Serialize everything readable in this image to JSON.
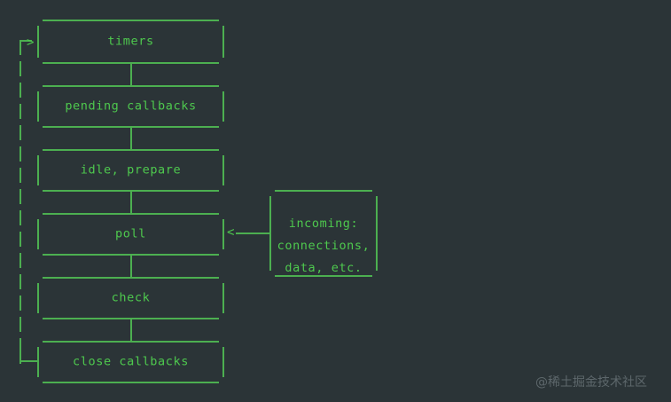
{
  "diagram": {
    "title": "nodejs-event-loop-phases",
    "background_color": "#2b3437",
    "line_color": "#4caf50",
    "text_color": "#4ec94e",
    "phases": [
      {
        "id": "timers",
        "label": "timers"
      },
      {
        "id": "pending-callbacks",
        "label": "pending callbacks"
      },
      {
        "id": "idle-prepare",
        "label": "idle, prepare"
      },
      {
        "id": "poll",
        "label": "poll"
      },
      {
        "id": "check",
        "label": "check"
      },
      {
        "id": "close-callbacks",
        "label": "close callbacks"
      }
    ],
    "side_box": {
      "id": "incoming",
      "lines": [
        "incoming:",
        "connections,",
        "data, etc."
      ]
    },
    "arrows": {
      "entry_glyph": ">",
      "incoming_glyph": "<"
    }
  },
  "watermark": {
    "text": "@稀土掘金技术社区"
  }
}
